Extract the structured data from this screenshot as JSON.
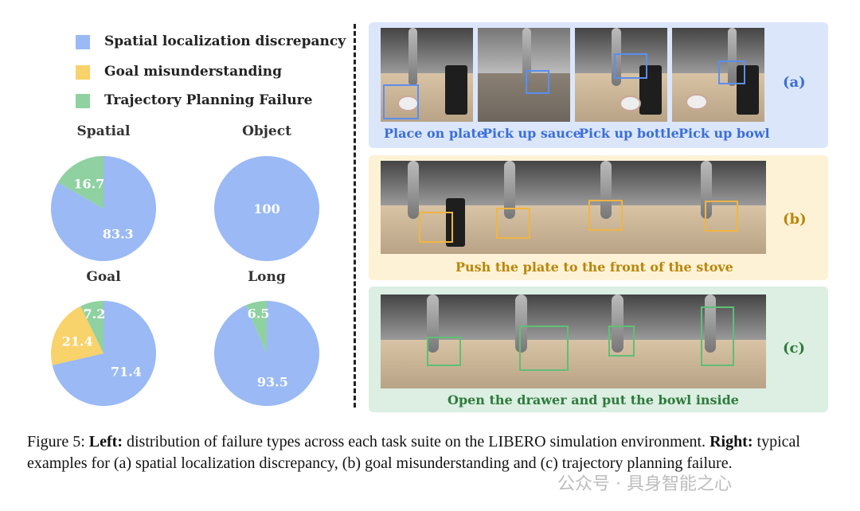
{
  "legend": [
    {
      "label": "Spatial localization discrepancy",
      "color": "#9ab9f5"
    },
    {
      "label": "Goal misunderstanding",
      "color": "#f8d26a"
    },
    {
      "label": "Trajectory Planning Failure",
      "color": "#8fd1a0"
    }
  ],
  "chart_data": [
    {
      "type": "pie",
      "title": "Spatial",
      "slices": [
        {
          "name": "Spatial localization discrepancy",
          "value": 83.3
        },
        {
          "name": "Goal misunderstanding",
          "value": 0
        },
        {
          "name": "Trajectory Planning Failure",
          "value": 16.7
        }
      ]
    },
    {
      "type": "pie",
      "title": "Object",
      "slices": [
        {
          "name": "Spatial localization discrepancy",
          "value": 100
        },
        {
          "name": "Goal misunderstanding",
          "value": 0
        },
        {
          "name": "Trajectory Planning Failure",
          "value": 0
        }
      ]
    },
    {
      "type": "pie",
      "title": "Goal",
      "slices": [
        {
          "name": "Spatial localization discrepancy",
          "value": 71.4
        },
        {
          "name": "Goal misunderstanding",
          "value": 21.4
        },
        {
          "name": "Trajectory Planning Failure",
          "value": 7.2
        }
      ]
    },
    {
      "type": "pie",
      "title": "Long",
      "slices": [
        {
          "name": "Spatial localization discrepancy",
          "value": 93.5
        },
        {
          "name": "Goal misunderstanding",
          "value": 0
        },
        {
          "name": "Trajectory Planning Failure",
          "value": 6.5
        }
      ]
    }
  ],
  "panels": {
    "a": {
      "tag": "(a)",
      "color": "#3a6fd8",
      "captions": [
        "Place on plate",
        "Pick up sauce",
        "Pick up bottle",
        "Pick up bowl"
      ]
    },
    "b": {
      "tag": "(b)",
      "color": "#b8860b",
      "caption": "Push the plate to the front of the stove"
    },
    "c": {
      "tag": "(c)",
      "color": "#2f7a3d",
      "caption": "Open the drawer and put the bowl inside"
    }
  },
  "figure_caption": {
    "prefix": "Figure 5: ",
    "left_label": "Left:",
    "left_text": " distribution of failure types across each task suite on the LIBERO simulation environment. ",
    "right_label": "Right:",
    "right_text": " typical examples for (a) spatial localization discrepancy, (b) goal misunderstanding and (c) trajectory planning failure."
  },
  "watermark": "公众号 · 具身智能之心"
}
